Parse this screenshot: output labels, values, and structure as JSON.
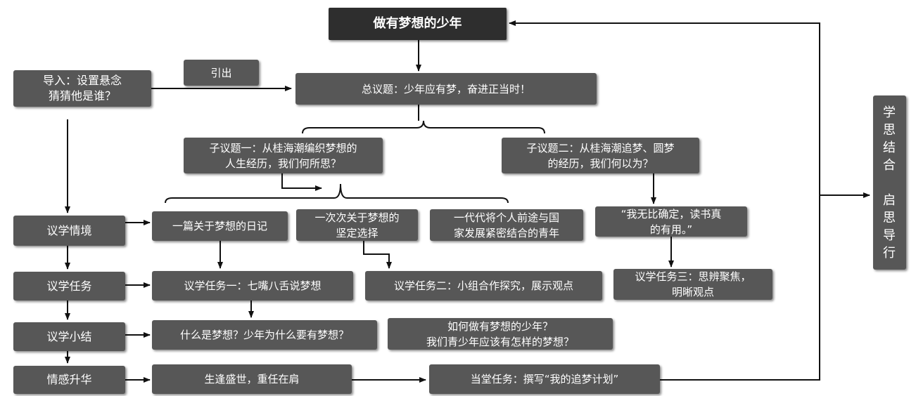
{
  "title": "做有梦想的少年",
  "intro": "导入：设置悬念\n猜猜他是谁？",
  "lead_out": "引出",
  "main_topic": "总议题：少年应有梦，奋进正当时！",
  "sub_topic_1": "子议题一：从桂海潮编织梦想的\n人生经历，我们何所思？",
  "sub_topic_2": "子议题二：从桂海潮追梦、圆梦\n的经历，我们何以为？",
  "scenario_1": "一篇关于梦想的日记",
  "scenario_2": "一次次关于梦想的\n坚定选择",
  "scenario_3": "一代代将个人前途与国\n家发展紧密结合的青年",
  "quote": "“我无比确定，读书真\n的有用。”",
  "task_1": "议学任务一：七嘴八舌说梦想",
  "task_2": "议学任务二：小组合作探究，展示观点",
  "task_3": "议学任务三：思辨聚焦，\n明晰观点",
  "summary_1": "什么是梦想？少年为什么要有梦想？",
  "summary_2": "如何做有梦想的少年？\n我们青少年应该有怎样的梦想？",
  "sublimation_1": "生逢盛世，重任在肩",
  "classroom_task": "当堂任务：撰写“我的追梦计划”",
  "stages": {
    "scenario": "议学情境",
    "task": "议学任务",
    "summary": "议学小结",
    "sublimation": "情感升华"
  },
  "side_label": "学\n思\n结\n合\n\n启\n思\n导\n行",
  "colors": {
    "box": "#575757",
    "title_box": "#2e2e2e",
    "line": "#111111",
    "text": "#ffffff"
  }
}
